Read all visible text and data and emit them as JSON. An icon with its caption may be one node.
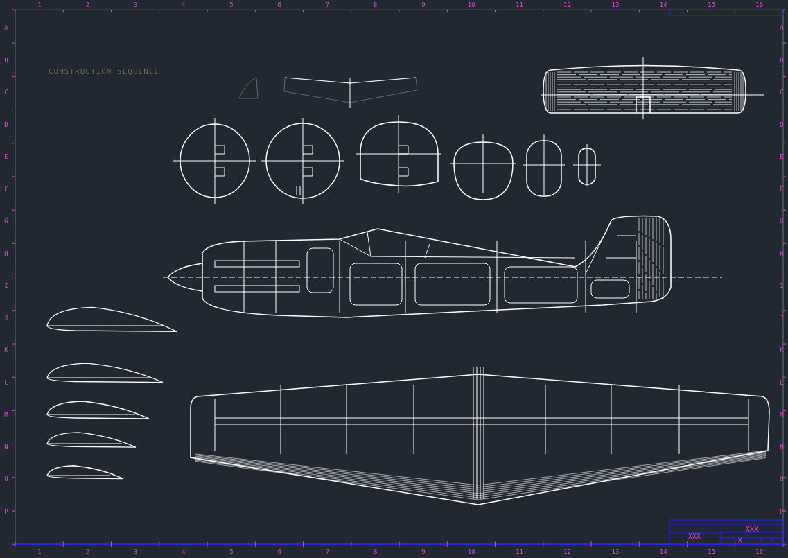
{
  "diagram": {
    "labels": [
      "1",
      "2",
      "3",
      "4",
      "5",
      "6",
      "7",
      "8",
      "9",
      "10",
      "11",
      "12",
      "13",
      "14",
      "15",
      "16",
      "CONSTRUCTION SEQUENCE",
      "A",
      "B",
      "C",
      "D",
      "E",
      "F",
      "G",
      "H",
      "I",
      "J",
      "K",
      "L",
      "M",
      "N",
      "O",
      "P",
      "A",
      "B",
      "C",
      "D",
      "E",
      "F",
      "G",
      "H",
      "I",
      "J",
      "K",
      "L",
      "M",
      "N",
      "O",
      "P",
      "XXX",
      "XXX",
      "X",
      "1",
      "2",
      "3",
      "4",
      "5",
      "6",
      "7",
      "8",
      "9",
      "10",
      "11",
      "12",
      "13",
      "14",
      "15",
      "16"
    ]
  }
}
